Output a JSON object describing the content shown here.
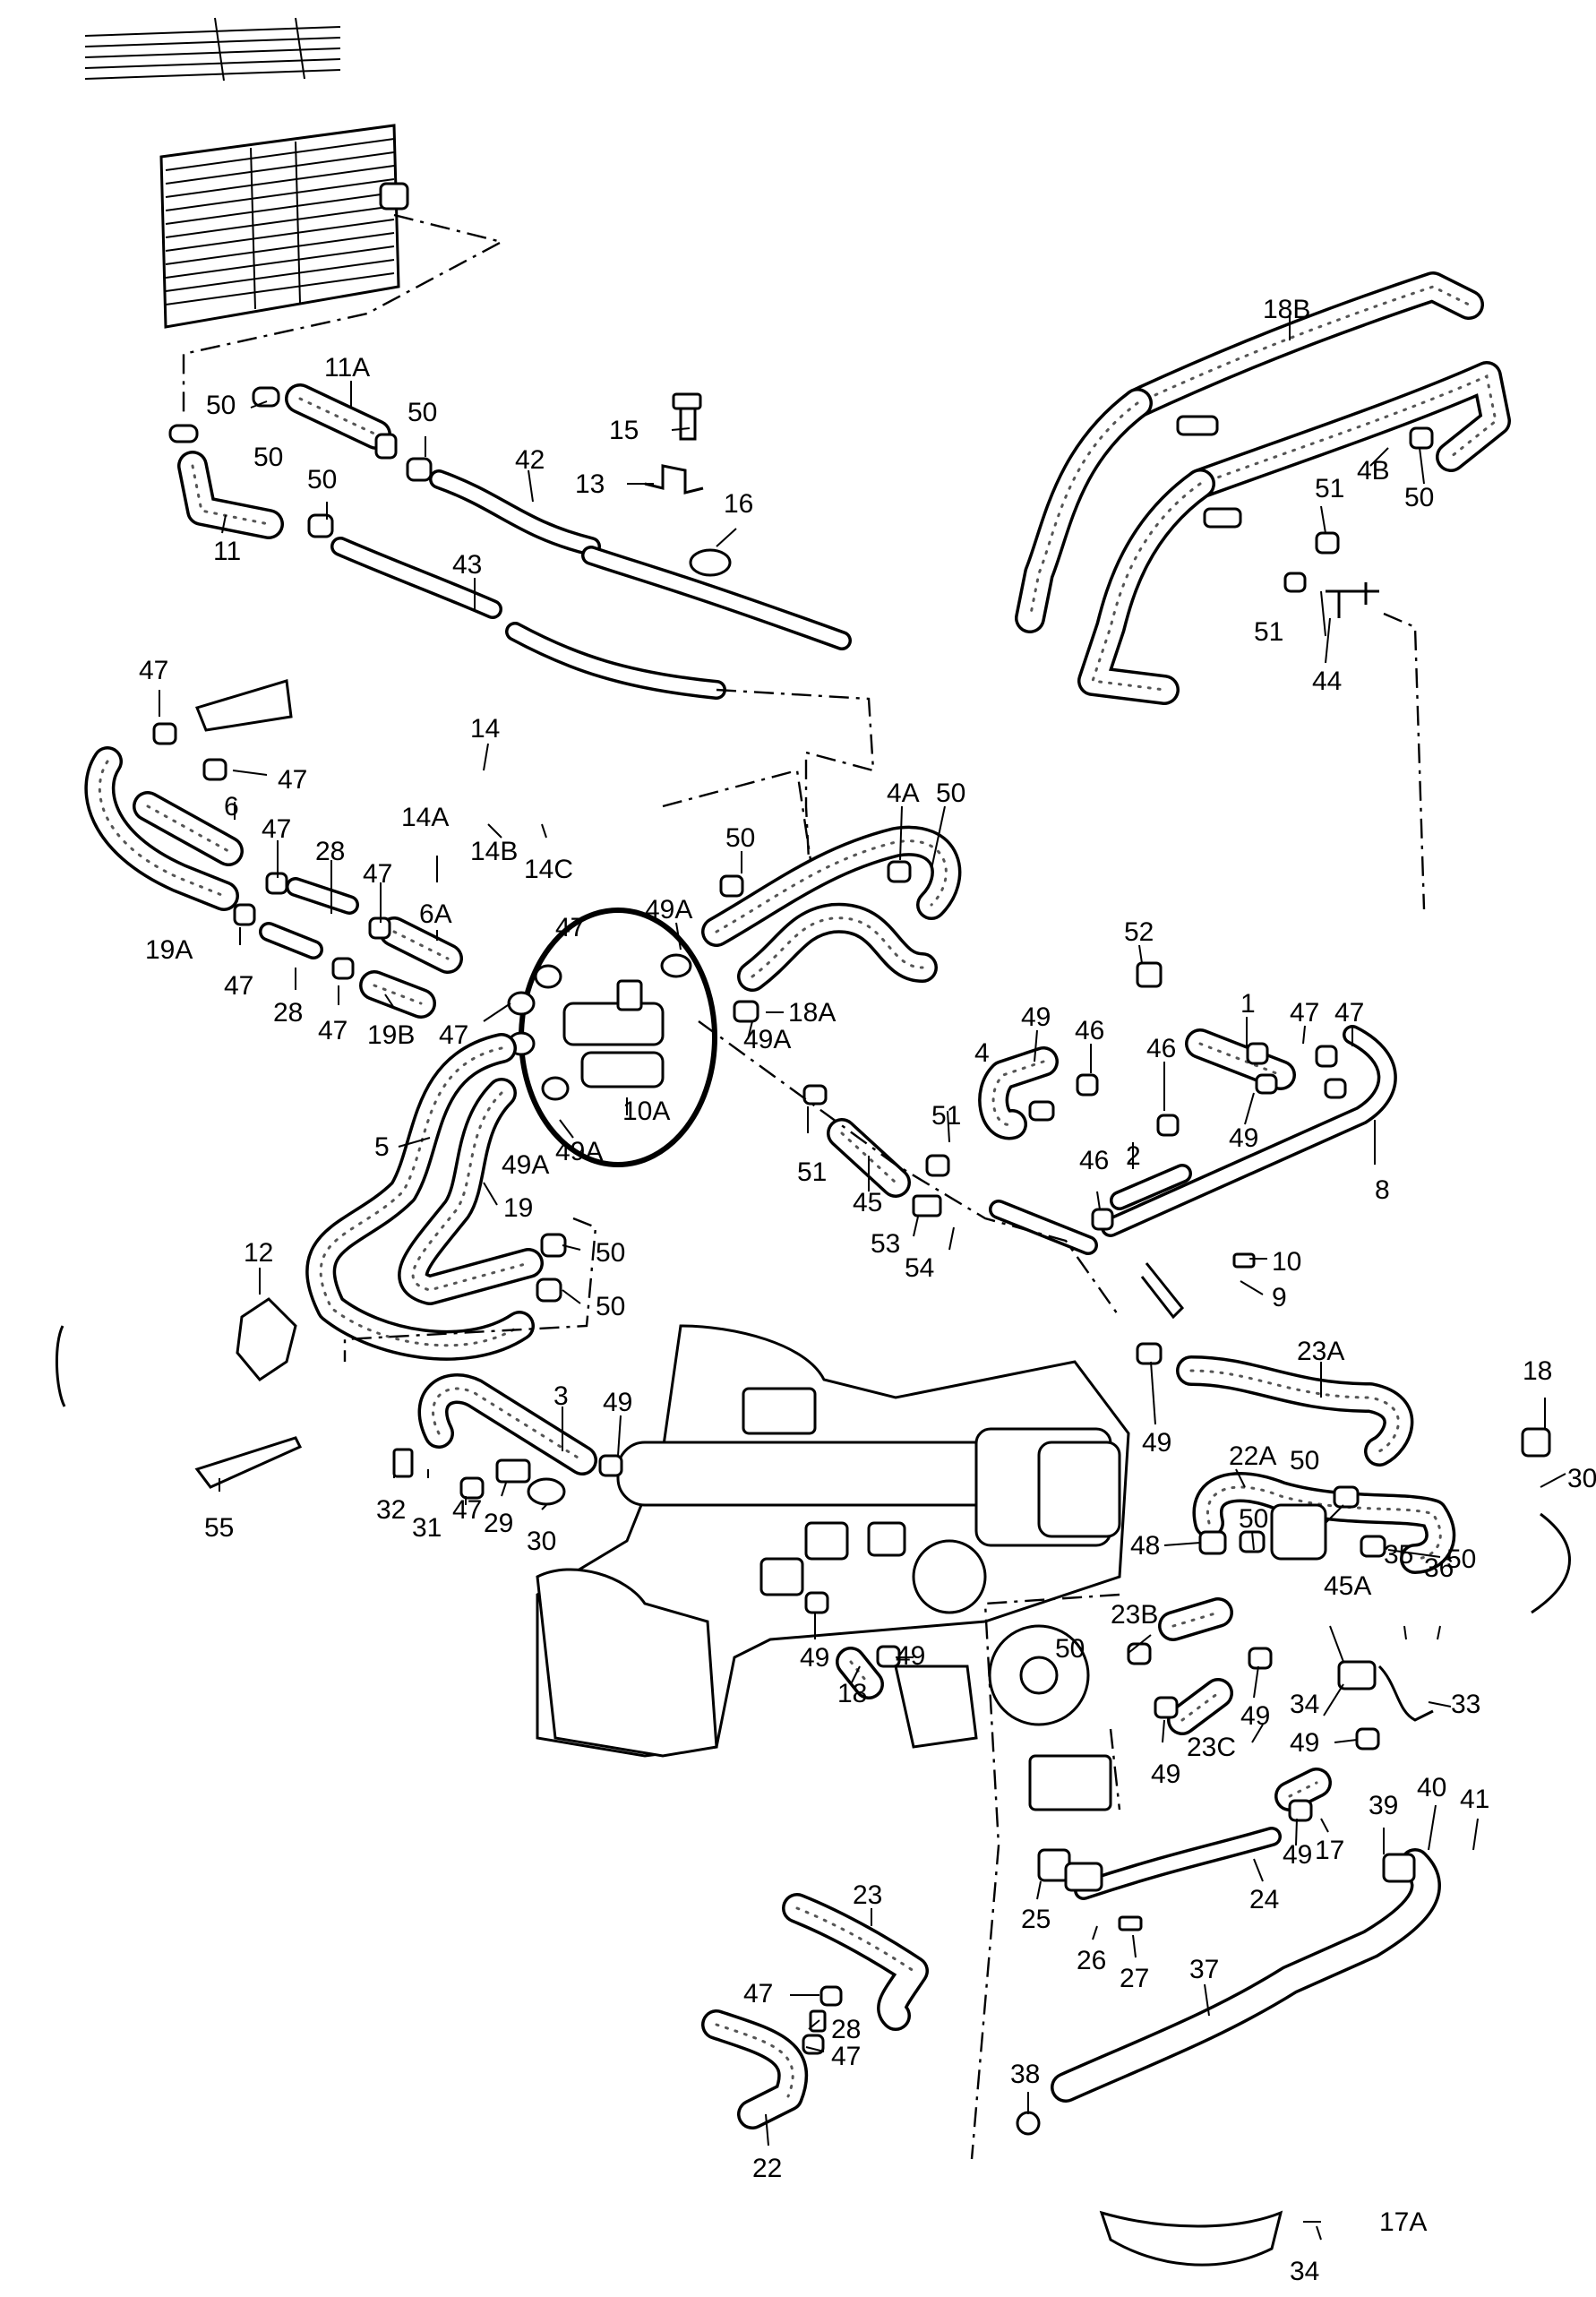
{
  "callouts": [
    {
      "id": "c-11a",
      "text": "11A"
    },
    {
      "id": "c-50-a",
      "text": "50"
    },
    {
      "id": "c-50-b",
      "text": "50"
    },
    {
      "id": "c-50-c",
      "text": "50"
    },
    {
      "id": "c-50-d",
      "text": "50"
    },
    {
      "id": "c-11",
      "text": "11"
    },
    {
      "id": "c-42",
      "text": "42"
    },
    {
      "id": "c-43",
      "text": "43"
    },
    {
      "id": "c-15",
      "text": "15"
    },
    {
      "id": "c-13",
      "text": "13"
    },
    {
      "id": "c-16",
      "text": "16"
    },
    {
      "id": "c-18b",
      "text": "18B"
    },
    {
      "id": "c-4b",
      "text": "4B"
    },
    {
      "id": "c-51-a",
      "text": "51"
    },
    {
      "id": "c-50-e",
      "text": "50"
    },
    {
      "id": "c-51-b",
      "text": "51"
    },
    {
      "id": "c-44",
      "text": "44"
    },
    {
      "id": "c-47-a",
      "text": "47"
    },
    {
      "id": "c-47-b",
      "text": "47"
    },
    {
      "id": "c-14",
      "text": "14"
    },
    {
      "id": "c-14a",
      "text": "14A"
    },
    {
      "id": "c-14b",
      "text": "14B"
    },
    {
      "id": "c-14c",
      "text": "14C"
    },
    {
      "id": "c-6",
      "text": "6"
    },
    {
      "id": "c-47-c",
      "text": "47"
    },
    {
      "id": "c-28-a",
      "text": "28"
    },
    {
      "id": "c-47-d",
      "text": "47"
    },
    {
      "id": "c-6a",
      "text": "6A"
    },
    {
      "id": "c-19a",
      "text": "19A"
    },
    {
      "id": "c-47-e",
      "text": "47"
    },
    {
      "id": "c-28-b",
      "text": "28"
    },
    {
      "id": "c-47-f",
      "text": "47"
    },
    {
      "id": "c-19b",
      "text": "19B"
    },
    {
      "id": "c-47-g",
      "text": "47"
    },
    {
      "id": "c-47-h",
      "text": "47"
    },
    {
      "id": "c-4a",
      "text": "4A"
    },
    {
      "id": "c-50-f",
      "text": "50"
    },
    {
      "id": "c-50-g",
      "text": "50"
    },
    {
      "id": "c-49a-a",
      "text": "49A"
    },
    {
      "id": "c-49a-b",
      "text": "49A"
    },
    {
      "id": "c-18a",
      "text": "18A"
    },
    {
      "id": "c-10a",
      "text": "10A"
    },
    {
      "id": "c-49a-c",
      "text": "49A"
    },
    {
      "id": "c-49a-d",
      "text": "49A"
    },
    {
      "id": "c-5",
      "text": "5"
    },
    {
      "id": "c-19",
      "text": "19"
    },
    {
      "id": "c-50-h",
      "text": "50"
    },
    {
      "id": "c-50-i",
      "text": "50"
    },
    {
      "id": "c-12",
      "text": "12"
    },
    {
      "id": "c-52",
      "text": "52"
    },
    {
      "id": "c-4",
      "text": "4"
    },
    {
      "id": "c-49-a",
      "text": "49"
    },
    {
      "id": "c-46-a",
      "text": "46"
    },
    {
      "id": "c-46-b",
      "text": "46"
    },
    {
      "id": "c-1",
      "text": "1"
    },
    {
      "id": "c-47-i",
      "text": "47"
    },
    {
      "id": "c-47-j",
      "text": "47"
    },
    {
      "id": "c-49-b",
      "text": "49"
    },
    {
      "id": "c-51-c",
      "text": "51"
    },
    {
      "id": "c-51-d",
      "text": "51"
    },
    {
      "id": "c-45",
      "text": "45"
    },
    {
      "id": "c-46-c",
      "text": "46"
    },
    {
      "id": "c-2",
      "text": "2"
    },
    {
      "id": "c-8",
      "text": "8"
    },
    {
      "id": "c-53",
      "text": "53"
    },
    {
      "id": "c-54",
      "text": "54"
    },
    {
      "id": "c-10",
      "text": "10"
    },
    {
      "id": "c-9",
      "text": "9"
    },
    {
      "id": "c-23a",
      "text": "23A"
    },
    {
      "id": "c-18-right",
      "text": "18"
    },
    {
      "id": "c-30-right",
      "text": "30"
    },
    {
      "id": "c-3",
      "text": "3"
    },
    {
      "id": "c-49-c",
      "text": "49"
    },
    {
      "id": "c-49-d",
      "text": "49"
    },
    {
      "id": "c-22a",
      "text": "22A"
    },
    {
      "id": "c-50-j",
      "text": "50"
    },
    {
      "id": "c-55",
      "text": "55"
    },
    {
      "id": "c-32",
      "text": "32"
    },
    {
      "id": "c-31",
      "text": "31"
    },
    {
      "id": "c-47-k",
      "text": "47"
    },
    {
      "id": "c-29",
      "text": "29"
    },
    {
      "id": "c-30",
      "text": "30"
    },
    {
      "id": "c-48",
      "text": "48"
    },
    {
      "id": "c-50-k",
      "text": "50"
    },
    {
      "id": "c-50-l",
      "text": "50"
    },
    {
      "id": "c-35",
      "text": "35"
    },
    {
      "id": "c-36",
      "text": "36"
    },
    {
      "id": "c-45a",
      "text": "45A"
    },
    {
      "id": "c-23b",
      "text": "23B"
    },
    {
      "id": "c-50-m",
      "text": "50"
    },
    {
      "id": "c-49-e",
      "text": "49"
    },
    {
      "id": "c-18",
      "text": "18"
    },
    {
      "id": "c-49-f",
      "text": "49"
    },
    {
      "id": "c-49-g",
      "text": "49"
    },
    {
      "id": "c-34",
      "text": "34"
    },
    {
      "id": "c-33",
      "text": "33"
    },
    {
      "id": "c-23c",
      "text": "23C"
    },
    {
      "id": "c-49-h",
      "text": "49"
    },
    {
      "id": "c-49-i",
      "text": "49"
    },
    {
      "id": "c-40",
      "text": "40"
    },
    {
      "id": "c-41",
      "text": "41"
    },
    {
      "id": "c-39",
      "text": "39"
    },
    {
      "id": "c-17",
      "text": "17"
    },
    {
      "id": "c-49-j",
      "text": "49"
    },
    {
      "id": "c-24",
      "text": "24"
    },
    {
      "id": "c-25",
      "text": "25"
    },
    {
      "id": "c-26",
      "text": "26"
    },
    {
      "id": "c-27",
      "text": "27"
    },
    {
      "id": "c-23",
      "text": "23"
    },
    {
      "id": "c-37",
      "text": "37"
    },
    {
      "id": "c-47-l",
      "text": "47"
    },
    {
      "id": "c-28-c",
      "text": "28"
    },
    {
      "id": "c-47-m",
      "text": "47"
    },
    {
      "id": "c-38",
      "text": "38"
    },
    {
      "id": "c-22",
      "text": "22"
    },
    {
      "id": "c-17a",
      "text": "17A"
    },
    {
      "id": "c-34-b",
      "text": "34"
    }
  ]
}
